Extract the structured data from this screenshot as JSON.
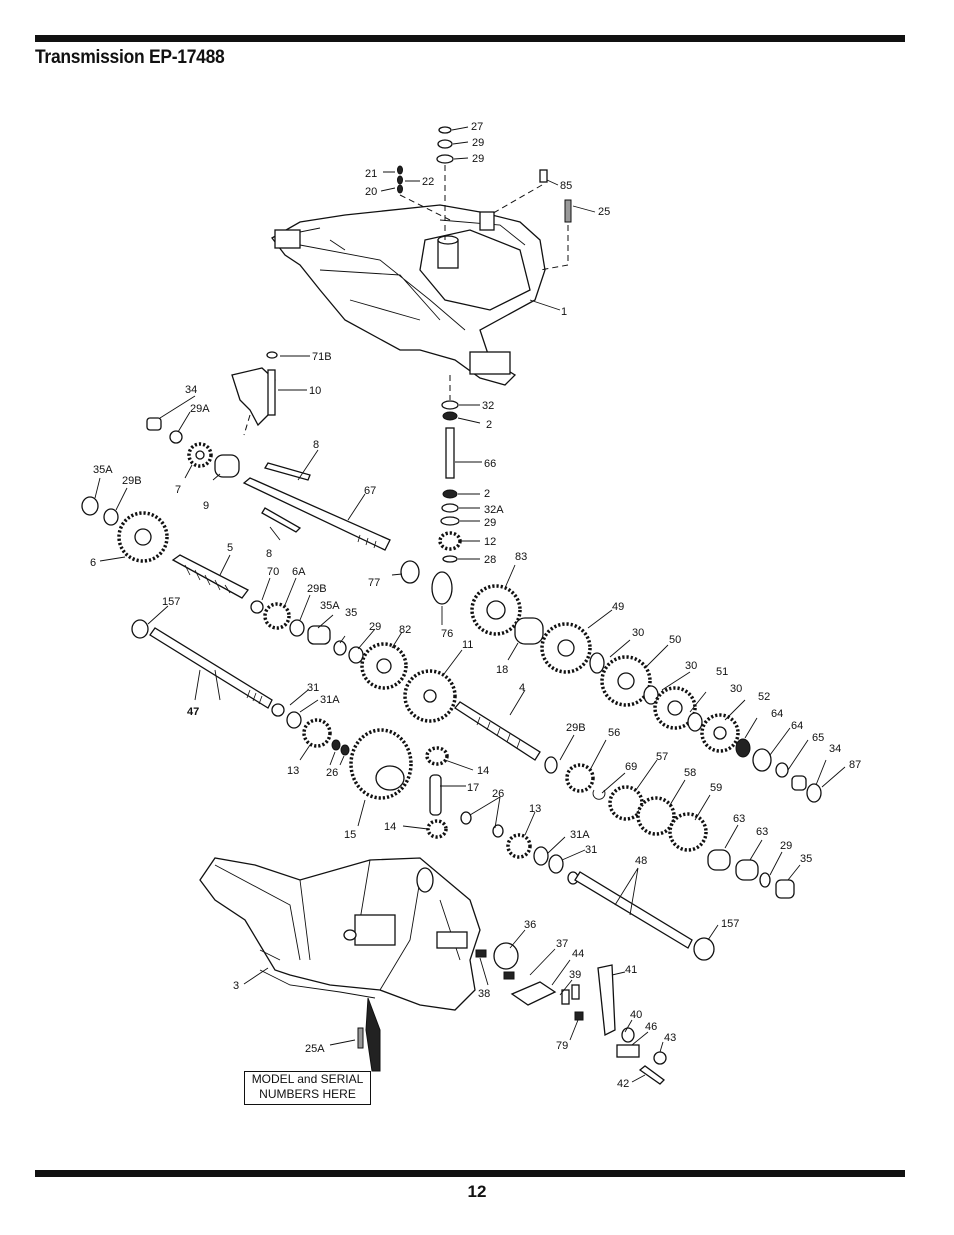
{
  "header": {
    "title": "Transmission EP-17488"
  },
  "footer": {
    "page_number": "12"
  },
  "label_box": {
    "line1": "MODEL and SERIAL",
    "line2": "NUMBERS HERE"
  },
  "callouts": [
    "27",
    "29",
    "29",
    "21",
    "22",
    "20",
    "85",
    "25",
    "1",
    "71B",
    "10",
    "34",
    "29A",
    "32",
    "2",
    "66",
    "2",
    "32A",
    "29",
    "12",
    "28",
    "8",
    "67",
    "35A",
    "29B",
    "7",
    "9",
    "8",
    "6",
    "5",
    "77",
    "76",
    "83",
    "70",
    "6A",
    "29B",
    "35A",
    "35",
    "29",
    "82",
    "157",
    "11",
    "18",
    "49",
    "30",
    "50",
    "30",
    "51",
    "30",
    "52",
    "64",
    "64",
    "65",
    "34",
    "87",
    "4",
    "31",
    "31A",
    "47",
    "13",
    "26",
    "14",
    "29B",
    "56",
    "69",
    "57",
    "58",
    "59",
    "17",
    "26",
    "13",
    "15",
    "14",
    "31A",
    "31",
    "63",
    "63",
    "29",
    "35",
    "48",
    "157",
    "36",
    "37",
    "44",
    "39",
    "41",
    "38",
    "40",
    "46",
    "43",
    "3",
    "25A",
    "79",
    "42"
  ]
}
